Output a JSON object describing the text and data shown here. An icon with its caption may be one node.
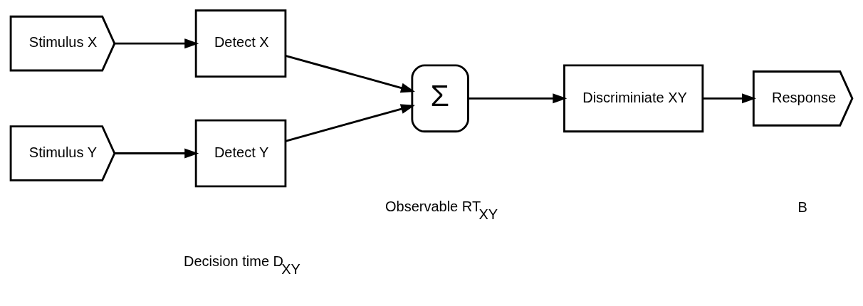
{
  "diagram": {
    "nodes": [
      {
        "text": [
          "Stimulus X"
        ]
      },
      {
        "text": [
          "Stimulus Y"
        ]
      },
      {
        "text": [
          "Detect X"
        ]
      },
      {
        "text": [
          "Detect Y"
        ]
      },
      {
        "text": [
          "Σ"
        ]
      },
      {
        "text": [
          "Discriminiate XY"
        ]
      },
      {
        "text": [
          "Response"
        ]
      }
    ],
    "edges": [
      {
        "from": 0,
        "to": 2,
        "arrow": "to"
      },
      {
        "from": 1,
        "to": 3,
        "arrow": "to"
      },
      {
        "from": 2,
        "to": 4,
        "arrow": "to"
      },
      {
        "from": 3,
        "to": 4,
        "arrow": "to"
      },
      {
        "from": 4,
        "to": 5,
        "arrow": "to"
      },
      {
        "from": 5,
        "to": 6,
        "arrow": "to"
      }
    ],
    "labels": [
      "Decision time D$_{XY}$",
      "B",
      "Observable RT$_{XY}$"
    ]
  }
}
